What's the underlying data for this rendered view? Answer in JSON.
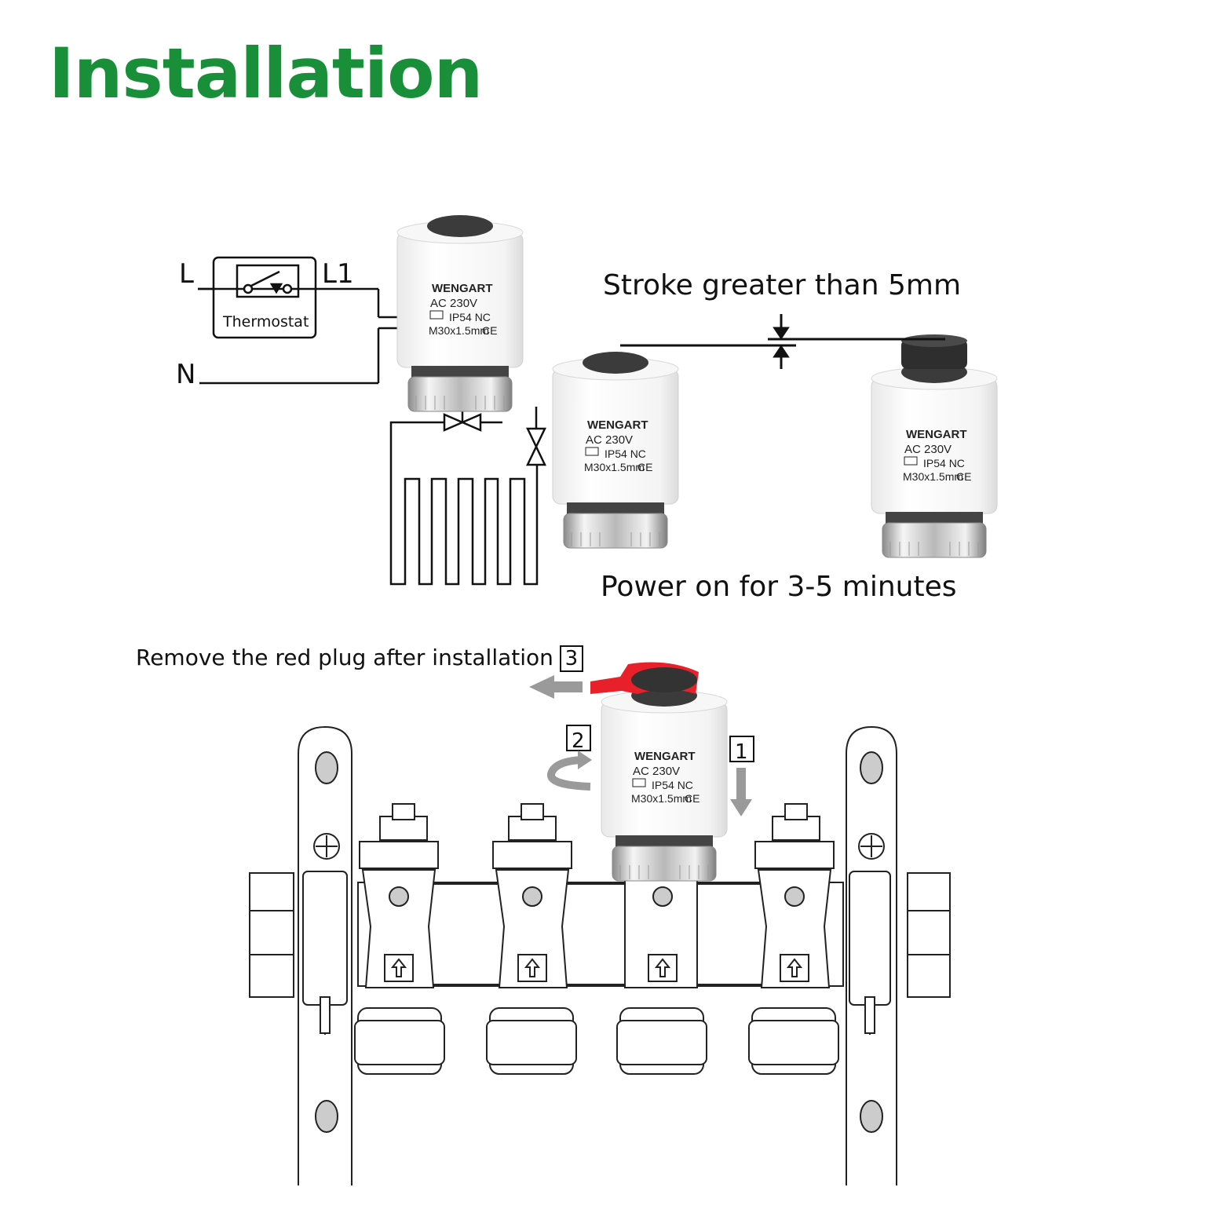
{
  "title": "Installation",
  "captions": {
    "stroke": "Stroke greater than 5mm",
    "power": "Power on for 3-5 minutes",
    "remove": "Remove the red plug after installation"
  },
  "wiring": {
    "line": "L",
    "line_out": "L1",
    "neutral": "N",
    "thermostat": "Thermostat"
  },
  "actuator": {
    "brand": "WENGART",
    "voltage": "AC 230V",
    "rating": "IP54 NC",
    "thread": "M30x1.5mm",
    "mark": "CE"
  },
  "steps": {
    "step1": "1",
    "step2": "2",
    "step3": "3"
  },
  "colors": {
    "title_green": "#1a8f3a",
    "plug_red": "#e8202a",
    "arrow_gray": "#9a9a9a"
  }
}
